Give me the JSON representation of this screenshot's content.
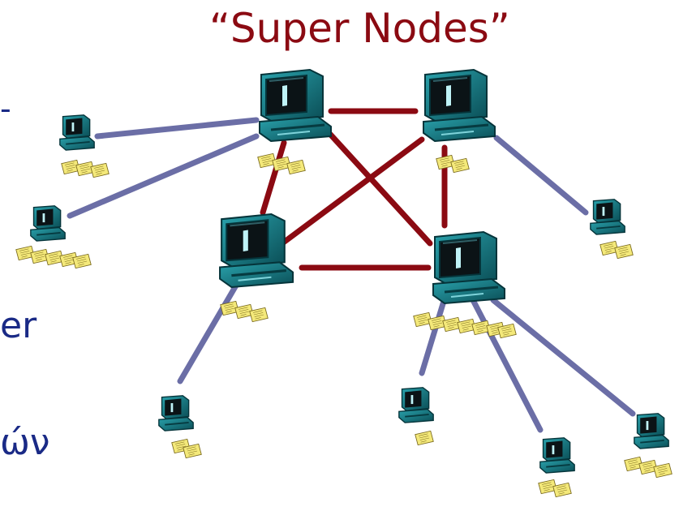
{
  "diagram": {
    "title": "“Super Nodes”",
    "slide_text_fragments": [
      "-",
      "er",
      "ών"
    ],
    "colors": {
      "title": "#8b0a12",
      "super_link": "#8b0a12",
      "leaf_link": "#6b6ea6",
      "slide_text": "#1a2a86"
    },
    "nodes": {
      "super": [
        "super-node-top-left",
        "super-node-top-right",
        "super-node-mid-left",
        "super-node-mid-right"
      ],
      "leaf": [
        "leaf-node-1",
        "leaf-node-2",
        "leaf-node-3",
        "leaf-node-4",
        "leaf-node-5",
        "leaf-node-6",
        "leaf-node-7"
      ]
    }
  }
}
